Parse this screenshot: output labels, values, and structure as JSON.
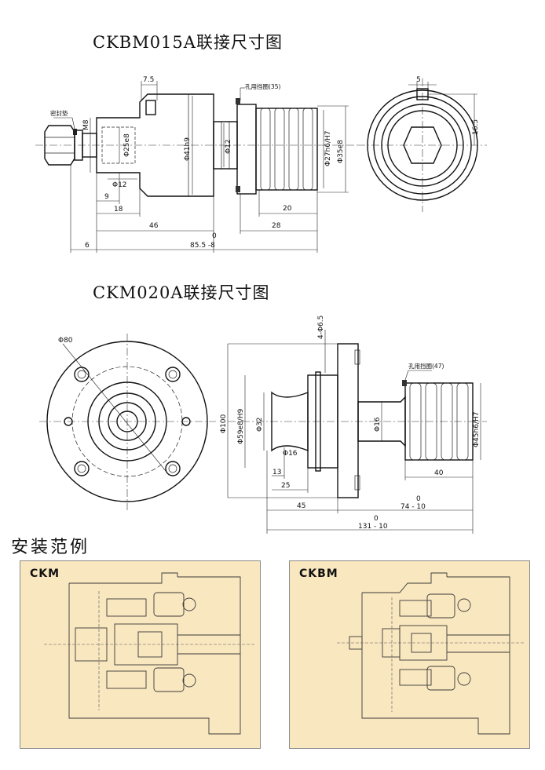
{
  "titles": {
    "ckbm015a": "CKBM015A联接尺寸图",
    "ckm020a": "CKM020A联接尺寸图",
    "examples": "安装范例"
  },
  "ckbm015a": {
    "callouts": {
      "seal_washer": "密封垫",
      "retaining_ring": "孔用挡圈(35)"
    },
    "dims": {
      "d7_5": "7.5",
      "m8": "M8",
      "d25e8": "Φ25e8",
      "d41h9": "Φ41h9",
      "d12_shaft": "Φ12",
      "d27h6": "Φ27h6/H7",
      "d35e8": "Φ35e8",
      "d12_bottom": "Φ12",
      "d9": "9",
      "d18": "18",
      "d20": "20",
      "d46": "46",
      "d28": "28",
      "d6": "6",
      "d0": "0",
      "d85_5": "85.5 -8",
      "d5": "5",
      "d16_5": "16.5"
    }
  },
  "ckm020a": {
    "callouts": {
      "retaining_ring": "孔用挡圈(47)"
    },
    "dims": {
      "d80": "Φ80",
      "holes": "4-Φ6.5",
      "d100": "Φ100",
      "d59e8": "Φ59e8/H9",
      "d32": "Φ32",
      "d16_a": "Φ16",
      "d16_b": "Φ16",
      "d45h6": "Φ45h6/H7",
      "d13": "13",
      "d25": "25",
      "d40": "40",
      "d45": "45",
      "d0_a": "0",
      "d74": "74 - 10",
      "d0_b": "0",
      "d131": "131 - 10"
    }
  },
  "examples": {
    "ckm_label": "CKM",
    "ckbm_label": "CKBM",
    "panel_color": "#f9e7bf"
  }
}
